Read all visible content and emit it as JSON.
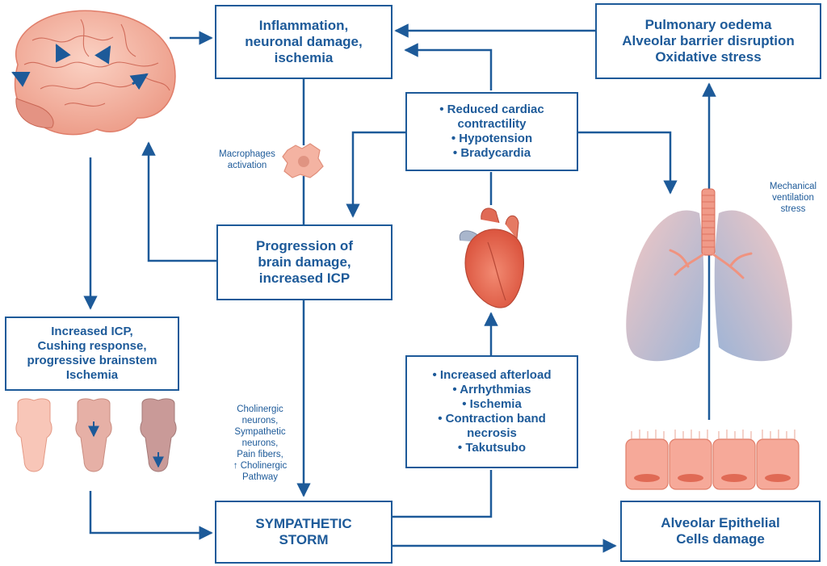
{
  "boxes": {
    "inflammation": [
      "Inflammation,",
      "neuronal damage,",
      "ischemia"
    ],
    "pulmonary": [
      "Pulmonary oedema",
      "Alveolar barrier disruption",
      "Oxidative stress"
    ],
    "cardiac": [
      "• Reduced cardiac",
      "contractility",
      "• Hypotension",
      "• Bradycardia"
    ],
    "progression": [
      "Progression of",
      "brain damage,",
      "increased ICP"
    ],
    "icp": [
      "Increased ICP,",
      "Cushing response,",
      "progressive brainstem",
      "Ischemia"
    ],
    "afterload": [
      "• Increased afterload",
      "• Arrhythmias",
      "• Ischemia",
      "• Contraction band",
      "necrosis",
      "• Takutsubo"
    ],
    "storm": [
      "SYMPATHETIC",
      "STORM"
    ],
    "alveolar": [
      "Alveolar Epithelial",
      "Cells damage"
    ]
  },
  "labels": {
    "macrophages": [
      "Macrophages",
      "activation"
    ],
    "mechanical": [
      "Mechanical",
      "ventilation",
      "stress"
    ],
    "cholinergic": [
      "Cholinergic",
      "neurons,",
      "Sympathetic",
      "neurons,",
      "Pain fibers,",
      "↑ Cholinergic",
      "Pathway"
    ]
  },
  "colors": {
    "primary": "#1d5a99",
    "organ_pink": "#f2a896",
    "organ_red": "#e5604c",
    "lung_blue": "#9db4d6"
  },
  "icons": [
    "brain-icon",
    "macrophage-icon",
    "heart-icon",
    "lungs-icon",
    "brainstem-icon",
    "epithelial-cells-icon"
  ]
}
